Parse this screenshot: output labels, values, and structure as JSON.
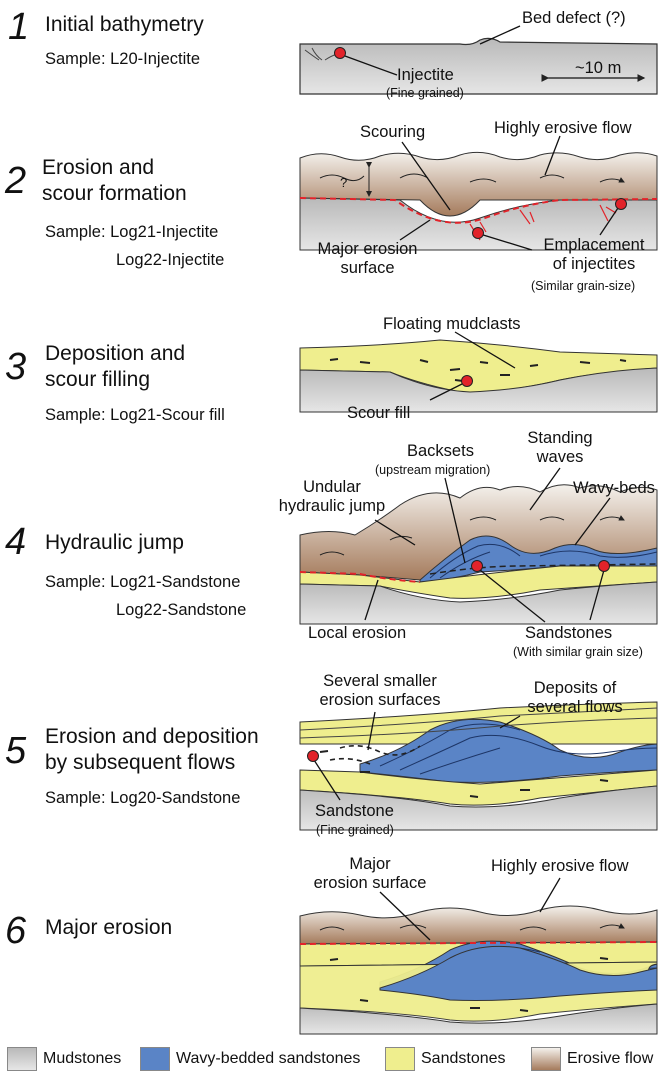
{
  "colors": {
    "mudstone": "#c8c8c8",
    "wavy": "#5a84c6",
    "sandstone": "#efee8e",
    "erosive_top": "#f4f1ec",
    "erosive_bottom": "#a57b5c",
    "red_point": "#e2232a",
    "erosion_line": "#e2232a"
  },
  "steps": [
    {
      "number": "1",
      "title_lines": [
        "Initial bathymetry"
      ],
      "sample_lines": [
        "Sample: L20-Injectite"
      ]
    },
    {
      "number": "2",
      "title_lines": [
        "Erosion and",
        "scour formation"
      ],
      "sample_lines": [
        "Sample: Log21-Injectite",
        "Log22-Injectite"
      ]
    },
    {
      "number": "3",
      "title_lines": [
        "Deposition and",
        "scour filling"
      ],
      "sample_lines": [
        "Sample: Log21-Scour fill"
      ]
    },
    {
      "number": "4",
      "title_lines": [
        "Hydraulic jump"
      ],
      "sample_lines": [
        "Sample: Log21-Sandstone",
        "Log22-Sandstone"
      ]
    },
    {
      "number": "5",
      "title_lines": [
        "Erosion and deposition",
        "by subsequent flows"
      ],
      "sample_lines": [
        "Sample: Log20-Sandstone"
      ]
    },
    {
      "number": "6",
      "title_lines": [
        "Major erosion"
      ],
      "sample_lines": []
    }
  ],
  "annotations": {
    "p1": {
      "bed_defect": "Bed defect (?)",
      "scale": "~10 m",
      "injectite": "Injectite",
      "injectite_sub": "(Fine grained)"
    },
    "p2": {
      "scouring": "Scouring",
      "highly_erosive": "Highly erosive flow",
      "question": "?",
      "major_erosion_l1": "Major erosion",
      "major_erosion_l2": "surface",
      "emplacement_l1": "Emplacement",
      "emplacement_l2": "of injectites",
      "emplacement_sub": "(Similar grain-size)"
    },
    "p3": {
      "floating": "Floating mudclasts",
      "scour_fill": "Scour fill"
    },
    "p4": {
      "backsets": "Backsets",
      "backsets_sub": "(upstream migration)",
      "standing_l1": "Standing",
      "standing_l2": "waves",
      "undular_l1": "Undular",
      "undular_l2": "hydraulic jump",
      "wavy_beds": "Wavy-beds",
      "local_erosion": "Local erosion",
      "sandstones": "Sandstones",
      "sandstones_sub": "(With similar grain size)"
    },
    "p5": {
      "several_l1": "Several smaller",
      "several_l2": "erosion surfaces",
      "deposits_l1": "Deposits of",
      "deposits_l2": "several flows",
      "sandstone": "Sandstone",
      "sandstone_sub": "(Fine grained)"
    },
    "p6": {
      "major_l1": "Major",
      "major_l2": "erosion surface",
      "highly_erosive": "Highly erosive flow"
    }
  },
  "legend": [
    {
      "name": "Mudstones",
      "color": "#c8c8c8"
    },
    {
      "name": "Wavy-bedded sandstones",
      "color": "#5a84c6"
    },
    {
      "name": "Sandstones",
      "color": "#efee8e"
    },
    {
      "name": "Erosive flow",
      "color": "#a57b5c"
    }
  ]
}
